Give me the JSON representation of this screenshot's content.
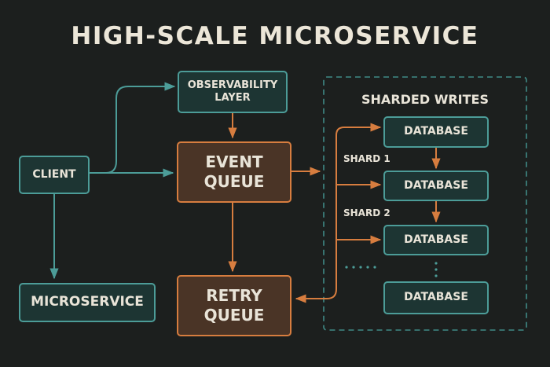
{
  "title": "HIGH-SCALE MICROSERVICE",
  "nodes": {
    "observability": "OBSERVABILITY\nLAYER",
    "client": "CLIENT",
    "event_queue": "EVENT\nQUEUE",
    "retry_queue": "RETRY\nQUEUE",
    "microservice": "MICROSERVICE",
    "db1": "DATABASE",
    "db2": "DATABASE",
    "db3": "DATABASE",
    "db4": "DATABASE"
  },
  "sharded": {
    "heading": "SHARDED WRITES",
    "shard1": "SHARD 1",
    "shard2": "SHARD 2"
  },
  "colors": {
    "background": "#1c1f1e",
    "teal": "#4c9c98",
    "orange": "#d77d3f",
    "text": "#e9e4d8"
  }
}
